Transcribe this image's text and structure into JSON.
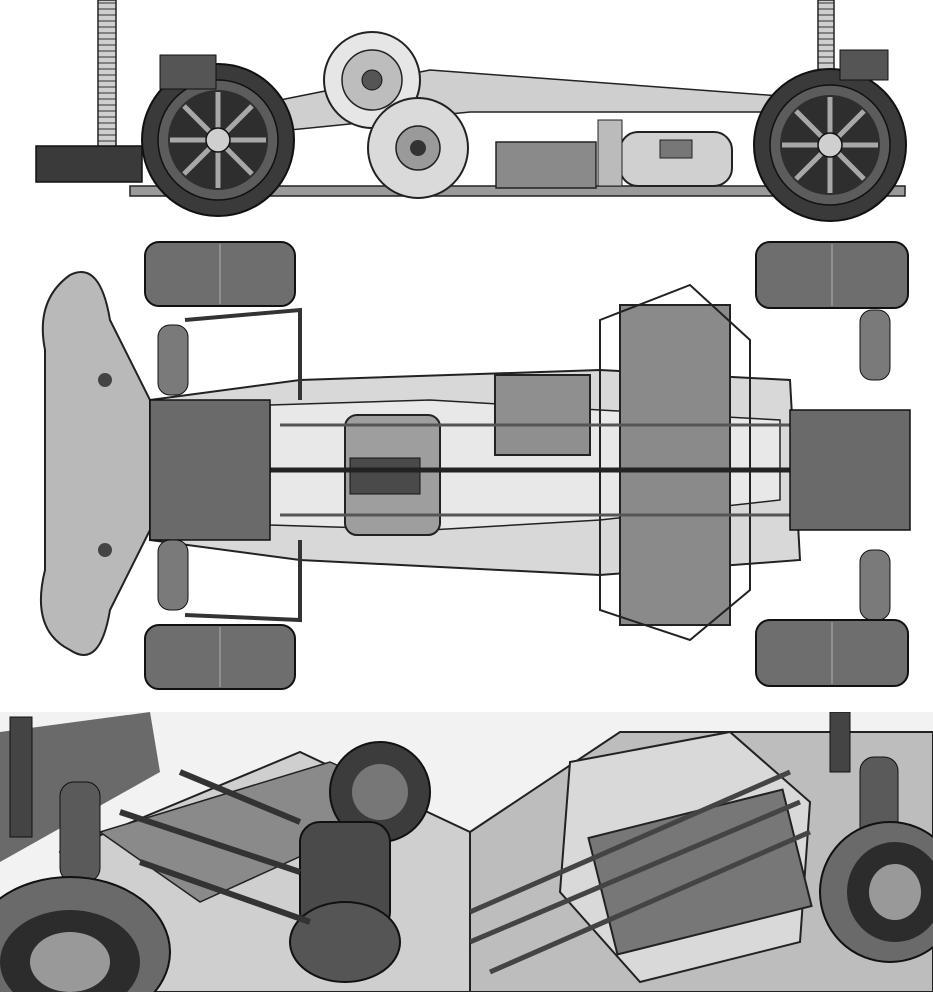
{
  "figure": {
    "views": [
      "side-elevation",
      "top-plan",
      "perspective-front-left",
      "perspective-rear-right"
    ],
    "colors": {
      "background": "#ffffff",
      "outline": "#1a1a1a",
      "part_light": "#d4d4d4",
      "part_mid": "#8c8c8c",
      "part_dark": "#3a3a3a",
      "tire": "#6e6e6e",
      "body_shell": "#b9b9b9"
    }
  }
}
